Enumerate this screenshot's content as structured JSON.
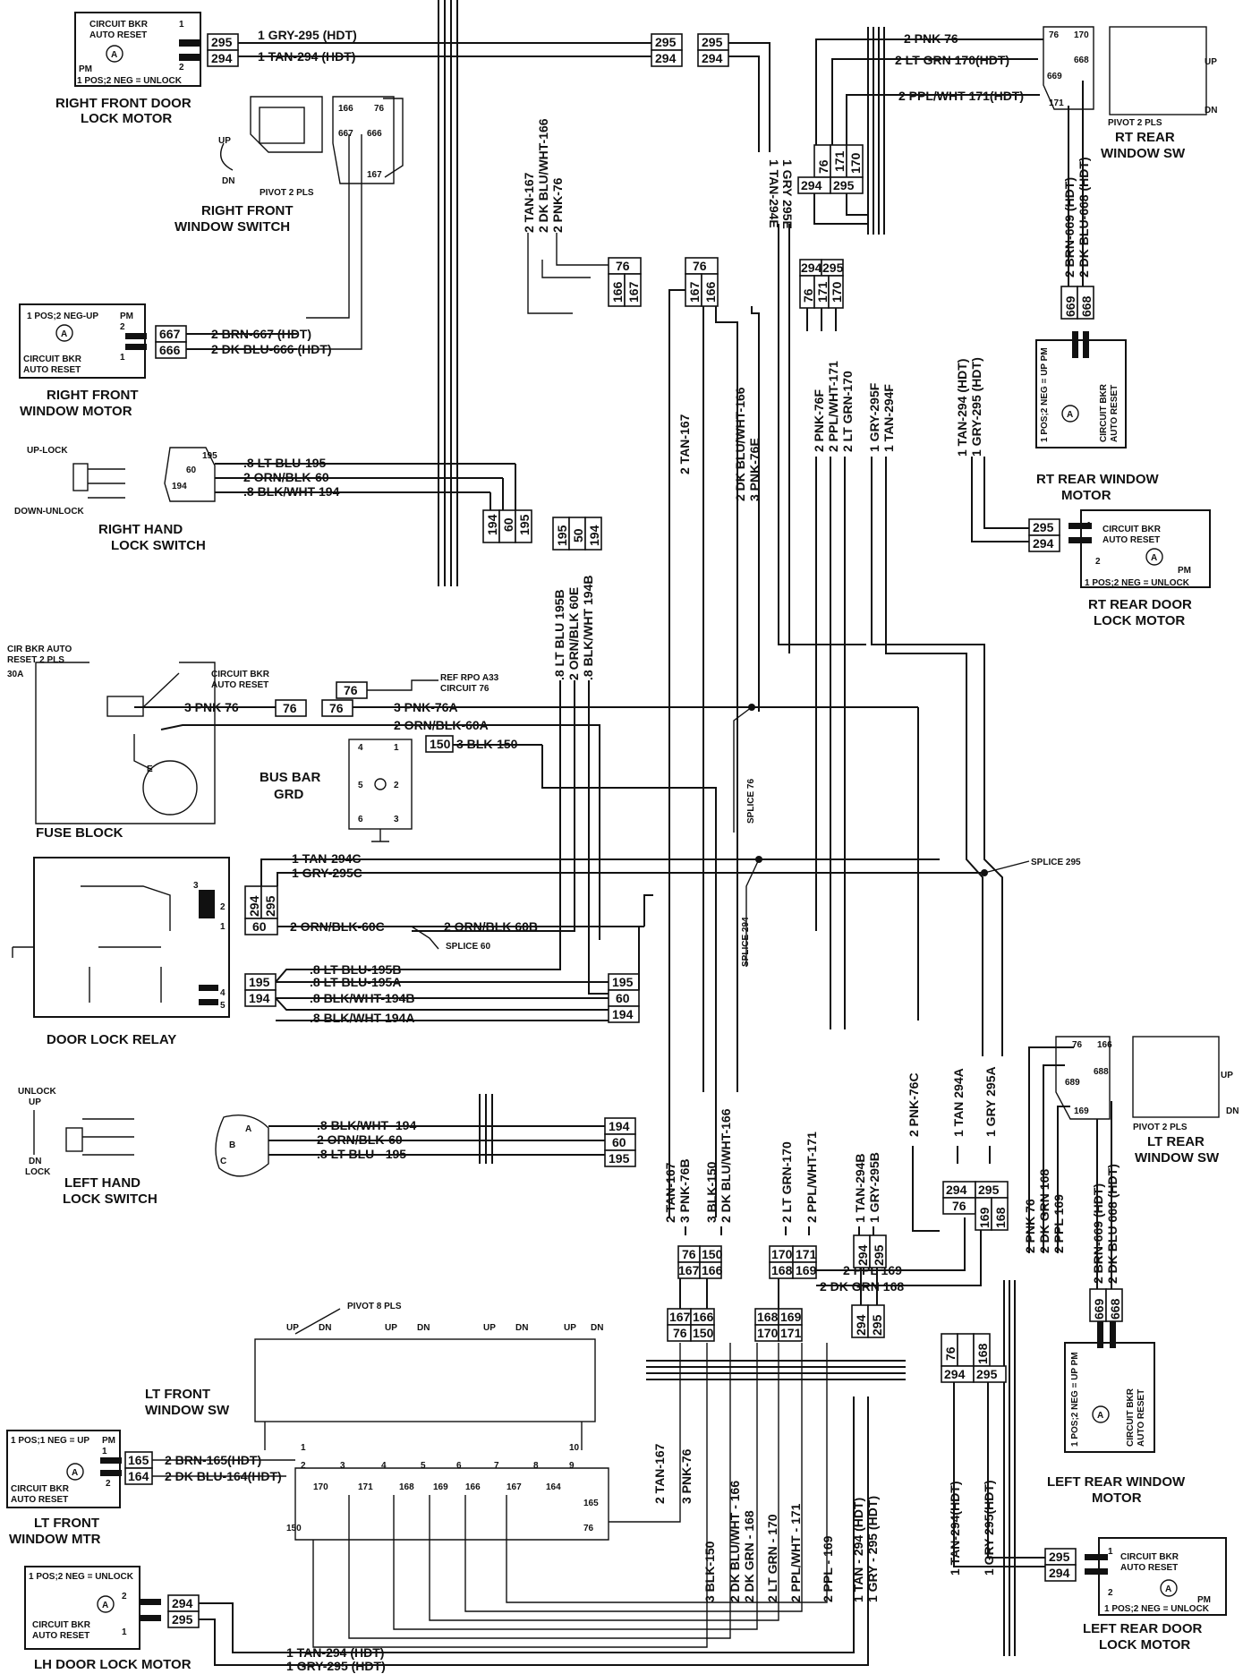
{
  "components": {
    "rf_lock_motor": {
      "title1": "RIGHT FRONT DOOR",
      "title2": "LOCK MOTOR",
      "breaker": [
        "CIRCUIT BKR",
        "AUTO RESET"
      ],
      "pm": "PM",
      "pins": [
        "1",
        "2"
      ],
      "note": "1 POS;2 NEG = UNLOCK",
      "motor": "A"
    },
    "rf_window_switch": {
      "title1": "RIGHT FRONT",
      "title2": "WINDOW SWITCH",
      "pivot": "PIVOT 2 PLS",
      "up": "UP",
      "dn": "DN",
      "terms": [
        "166",
        "76",
        "667",
        "666",
        "167"
      ]
    },
    "rf_window_motor": {
      "title1": "RIGHT FRONT",
      "title2": "WINDOW MOTOR",
      "note": "1 POS;2 NEG-UP",
      "pm": "PM",
      "breaker": [
        "CIRCUIT BKR",
        "AUTO RESET"
      ],
      "pins": [
        "1",
        "2"
      ],
      "motor": "A"
    },
    "rh_lock_switch": {
      "title1": "RIGHT HAND",
      "title2": "LOCK SWITCH",
      "up": "UP-LOCK",
      "down": "DOWN-UNLOCK",
      "terms": [
        "195",
        "60",
        "194"
      ]
    },
    "fuse_block": {
      "title": "FUSE BLOCK",
      "label1": "CIR BKR AUTO",
      "label2": "RESET 2 PLS",
      "label3": "30A",
      "breaker": [
        "CIRCUIT BKR",
        "AUTO RESET"
      ],
      "e": "E"
    },
    "ref_rpo": {
      "line1": "REF RPO A33",
      "line2": "CIRCUIT 76"
    },
    "bus_bar": {
      "title1": "BUS BAR",
      "title2": "GRD",
      "terms": [
        "4",
        "1",
        "5",
        "2",
        "6",
        "3"
      ]
    },
    "door_lock_relay": {
      "title": "DOOR LOCK RELAY",
      "pins": [
        "3",
        "2",
        "1",
        "4",
        "5"
      ]
    },
    "lh_lock_switch": {
      "title1": "LEFT HAND",
      "title2": "LOCK SWITCH",
      "unlock": "UNLOCK",
      "up": "UP",
      "dn": "DN",
      "lock": "LOCK",
      "terms": [
        "A",
        "B",
        "C"
      ]
    },
    "lf_window_sw": {
      "title1": "LT FRONT",
      "title2": "WINDOW SW",
      "pivot": "PIVOT 8 PLS",
      "up": "UP",
      "dn": "DN",
      "nums": [
        "1",
        "2",
        "3",
        "4",
        "5",
        "6",
        "7",
        "8",
        "9",
        "10"
      ]
    },
    "lf_window_mtr": {
      "title1": "LT FRONT",
      "title2": "WINDOW MTR",
      "note": "1 POS;1 NEG = UP",
      "pm": "PM",
      "breaker": [
        "CIRCUIT BKR",
        "AUTO RESET"
      ],
      "pins": [
        "1",
        "2"
      ],
      "motor": "A",
      "terms": [
        "170",
        "171",
        "168",
        "169",
        "166",
        "167",
        "164",
        "165",
        "150",
        "76"
      ]
    },
    "lh_lock_motor": {
      "title": "LH DOOR LOCK MOTOR",
      "note": "1 POS;2 NEG = UNLOCK",
      "breaker": [
        "CIRCUIT BKR",
        "AUTO RESET"
      ],
      "pins": [
        "2",
        "1"
      ],
      "motor": "A"
    },
    "rr_window_sw": {
      "title1": "RT REAR",
      "title2": "WINDOW SW",
      "pivot": "PIVOT 2 PLS",
      "up": "UP",
      "dn": "DN",
      "terms": [
        "76",
        "170",
        "669",
        "668",
        "171"
      ]
    },
    "rr_window_motor": {
      "title1": "RT REAR WINDOW",
      "title2": "MOTOR",
      "note": "1 POS;2 NEG = UP PM",
      "breaker": [
        "CIRCUIT BKR",
        "AUTO RESET"
      ],
      "pins": [
        "1",
        "2"
      ],
      "motor": "A"
    },
    "rr_lock_motor": {
      "title1": "RT REAR DOOR",
      "title2": "LOCK MOTOR",
      "breaker": [
        "CIRCUIT BKR",
        "AUTO RESET"
      ],
      "pm": "PM",
      "note": "1 POS;2 NEG = UNLOCK",
      "pins": [
        "1",
        "2"
      ],
      "motor": "A"
    },
    "lr_window_sw": {
      "title1": "LT REAR",
      "title2": "WINDOW SW",
      "pivot": "PIVOT 2 PLS",
      "up": "UP",
      "dn": "DN",
      "terms": [
        "76",
        "166",
        "688",
        "689",
        "169"
      ]
    },
    "lr_window_motor": {
      "title1": "LEFT REAR WINDOW",
      "title2": "MOTOR",
      "note": "1 POS;2 NEG = UP PM",
      "breaker": [
        "CIRCUIT BKR",
        "AUTO RESET"
      ],
      "pins": [
        "1",
        "2"
      ],
      "motor": "A"
    },
    "lr_lock_motor": {
      "title1": "LEFT REAR DOOR",
      "title2": "LOCK MOTOR",
      "breaker": [
        "CIRCUIT BKR",
        "AUTO RESET"
      ],
      "pm": "PM",
      "note": "1 POS;2 NEG = UNLOCK",
      "pins": [
        "1",
        "2"
      ],
      "motor": "A"
    }
  },
  "wires": {
    "rf1": "1 GRY-295 (HDT)",
    "rf2": "1 TAN-294 (HDT)",
    "rfm1": "2 BRN-667 (HDT)",
    "rfm2": "2 DK BLU-666 (HDT)",
    "rhl1": ".8 LT BLU-195",
    "rhl2": "2 ORN/BLK-60",
    "rhl3": ".8 BLK/WHT-194",
    "rfs1": "2 TAN-167",
    "rfs2": "2 DK BLU/WHT-166",
    "rfs3": "2 PNK-76",
    "tr1": "1 TAN-294E",
    "tr2": "1 GRY 295E",
    "top1": "2 PNK 76",
    "top2": "2 LT GRN 170(HDT)",
    "top3": "2 PPL/WHT 171(HDT)",
    "rr1": "2 BRN-669 (HDT)",
    "rr2": "2 DK BLU-668 (HDT)",
    "rrl1": "1 TAN-294 (HDT)",
    "rrl2": "1 GRY-295 (HDT)",
    "m1": "2 TAN-167",
    "m2": "2 DK BLU/WHT-166",
    "m3": "3 PNK-76E",
    "m4": "2 PNK-76F",
    "m5": "2 PPL/WHT-171",
    "m6": "2 LT GRN-170",
    "m7": "1 GRY-295F",
    "m8": "1 TAN-294F",
    "v195b": ".8 LT BLU 195B",
    "v60e": "2 ORN/BLK 60E",
    "v194b": ".8 BLK/WHT 194B",
    "fb1": "3 PNK 76",
    "fb2": "3 PNK-76A",
    "fb3": "2 ORN/BLK-60A",
    "fb4": "3 BLK-150",
    "splice76": "SPLICE 76",
    "splice295": "SPLICE 295",
    "splice294": "SPLICE 294",
    "splice60": "SPLICE 60",
    "r1": "1 TAN-294C",
    "r2": "1 GRY-295C",
    "r3": "2 ORN/BLK-60C",
    "r4": "2 ORN/BLK 60B",
    "r5": ".8 LT BLU-195B",
    "r6": ".8 LT BLU-195A",
    "r7": ".8 BLK/WHT-194B",
    "r8": ".8 BLK/WHT 194A",
    "lhl1": ".8 BLK/WHT- 194",
    "lhl2": "2 ORN/BLK-60",
    "lhl3": ".8 LT BLU - 195",
    "c1": "2 TAN-167",
    "c2": "3 PNK-76B",
    "c3": "3 BLK-150",
    "c4": "2 DK BLU/WHT-166",
    "c5": "2 LT GRN-170",
    "c6": "2 PPL/WHT-171",
    "c7": "1 TAN-294B",
    "c8": "1 GRY-295B",
    "c9": "2 PNK-76C",
    "c10": "1 TAN 294A",
    "c11": "1 GRY 295A",
    "c12": "2 PPL 169",
    "c13": "2 DK GRN 168",
    "lrs1": "2 PNK 76",
    "lrs2": "2 DK GRN 168",
    "lrs3": "2 PPL 169",
    "lrm1": "2 BRN-669 (HDT)",
    "lrm2": "2 DK BLU 668 (HDT)",
    "lfm1": "2 BRN-165(HDT)",
    "lfm2": "2 DK BLU-164(HDT)",
    "b1": "2 TAN-167",
    "b2": "3 PNK-76",
    "b3": "3 BLK-150",
    "b4": "2 DK BLU/WHT - 166",
    "b5": "2 DK GRN - 168",
    "b6": "2 LT GRN - 170",
    "b7": "2 PPL/WHT - 171",
    "b8": "2 PPL - 169",
    "b9": "1 TAN - 294 (HDT)",
    "b10": "1 GRY - 295 (HDT)",
    "lrl1": "1 TAN-294(HDT)",
    "lrl2": "1 GRY 295(HDT)",
    "lh1": "1 TAN-294 (HDT)",
    "lh2": "1 GRY-295 (HDT)"
  },
  "connectors": {
    "c_rf_lock": [
      "295",
      "294"
    ],
    "c_top_mid": [
      "295",
      "294"
    ],
    "c_top_mid2": [
      "295",
      "294"
    ],
    "c_rf_sw": [
      "76",
      "166",
      "167"
    ],
    "c_rf_motor": [
      "667",
      "666"
    ],
    "c_rh_lock": [
      "194",
      "60",
      "195"
    ],
    "c_mid_a": [
      "76",
      "167",
      "166"
    ],
    "c_mid_b": [
      "294",
      "295",
      "76",
      "171",
      "170"
    ],
    "c_top_right": [
      "76",
      "171",
      "170",
      "294",
      "295"
    ],
    "c_rr_motor": [
      "669",
      "668"
    ],
    "c_rr_lock": [
      "295",
      "294"
    ],
    "c_relay_in": [
      "195",
      "60",
      "194"
    ],
    "c_vert": [
      "195",
      "50",
      "194"
    ],
    "c_relay_a": [
      "294",
      "295",
      "60"
    ],
    "c_relay_b": [
      "195",
      "194"
    ],
    "c_fuse76": [
      "76",
      "76",
      "76"
    ],
    "c_150": [
      "150"
    ],
    "c_lh_lock": [
      "194",
      "60",
      "195"
    ],
    "c_low_a": [
      "76",
      "150",
      "167",
      "166"
    ],
    "c_low_b": [
      "170",
      "171",
      "168",
      "169"
    ],
    "c_low_c": [
      "294",
      "295"
    ],
    "c_lr_sw": [
      "294",
      "295",
      "76",
      "169",
      "168"
    ],
    "c_lr_motor": [
      "669",
      "668"
    ],
    "c_lfsw_a": [
      "167",
      "166",
      "76",
      "150"
    ],
    "c_lfsw_b": [
      "168",
      "169",
      "170",
      "171"
    ],
    "c_lfsw_c": [
      "294",
      "295"
    ],
    "c_lr_lockconn": [
      "76",
      "168",
      "294",
      "295"
    ],
    "c_lr_lock": [
      "295",
      "294"
    ],
    "c_lf_mtr": [
      "165",
      "164"
    ],
    "c_lh_motor": [
      "294",
      "295"
    ]
  }
}
